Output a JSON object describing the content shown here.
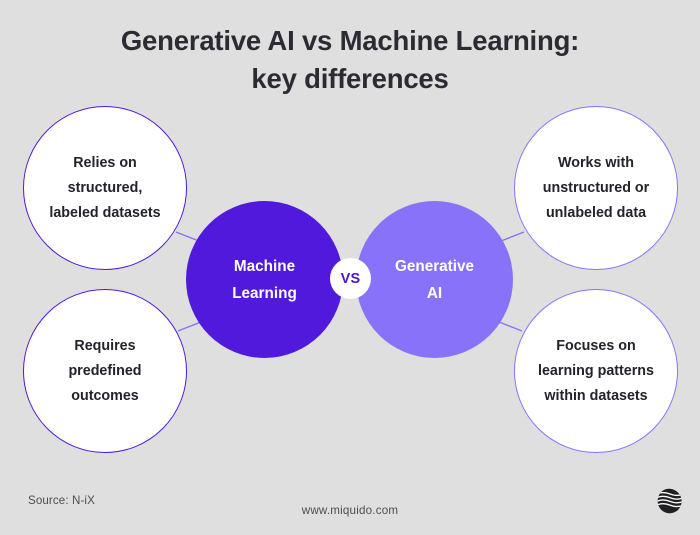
{
  "title": {
    "line1": "Generative AI vs Machine Learning:",
    "line2": "key differences",
    "color": "#2b2b33"
  },
  "center": {
    "left": {
      "line1": "Machine",
      "line2": "Learning",
      "color": "#5019dc"
    },
    "right": {
      "line1": "Generative",
      "line2": "AI",
      "color": "#8872fa"
    },
    "versus_label": "VS",
    "versus_color": "#4a16d6"
  },
  "bubbles": {
    "top_left": {
      "line1": "Relies on",
      "line2": "structured,",
      "line3": "labeled datasets"
    },
    "bottom_left": {
      "line1": "Requires",
      "line2": "predefined",
      "line3": "outcomes"
    },
    "top_right": {
      "line1": "Works with",
      "line2": "unstructured or",
      "line3": "unlabeled data"
    },
    "bottom_right": {
      "line1": "Focuses on",
      "line2": "learning patterns",
      "line3": "within datasets"
    }
  },
  "footer": {
    "source": "Source: N-iX",
    "website": "www.miquido.com",
    "logo_name": "miquido-logo"
  },
  "theme": {
    "background": "#dfdfdf",
    "dark_purple": "#5019dc",
    "light_purple": "#8872fa",
    "bubble_fill": "#ffffff",
    "text_dark": "#23232b",
    "footer_text": "#4d4d55",
    "logo_dark": "#1f1f24"
  }
}
